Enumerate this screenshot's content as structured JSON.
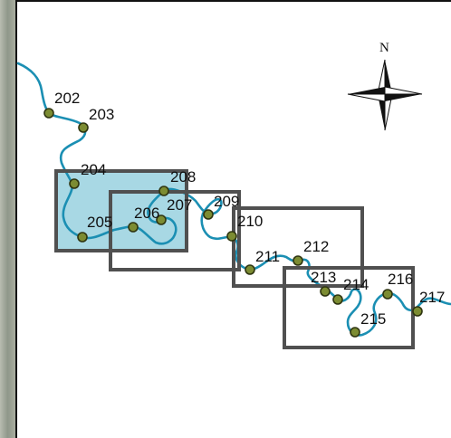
{
  "map": {
    "north_label": "N",
    "colors": {
      "river": "#1b8fb3",
      "highlight_fill": "#a8d8e4",
      "frame_stroke": "#505050",
      "station_fill": "#7c8c32",
      "station_stroke": "#2f3510",
      "imagery_strip": "#9aa091",
      "background": "#ffffff"
    },
    "stations": [
      {
        "id": "202",
        "label": "202"
      },
      {
        "id": "203",
        "label": "203"
      },
      {
        "id": "204",
        "label": "204"
      },
      {
        "id": "205",
        "label": "205"
      },
      {
        "id": "206",
        "label": "206"
      },
      {
        "id": "207",
        "label": "207"
      },
      {
        "id": "208",
        "label": "208"
      },
      {
        "id": "209",
        "label": "209"
      },
      {
        "id": "210",
        "label": "210"
      },
      {
        "id": "211",
        "label": "211"
      },
      {
        "id": "212",
        "label": "212"
      },
      {
        "id": "213",
        "label": "213"
      },
      {
        "id": "214",
        "label": "214"
      },
      {
        "id": "215",
        "label": "215"
      },
      {
        "id": "216",
        "label": "216"
      },
      {
        "id": "217",
        "label": "217"
      }
    ],
    "extent_frames": [
      {
        "id": "frame-1",
        "highlighted": true
      },
      {
        "id": "frame-2",
        "highlighted": false
      },
      {
        "id": "frame-3",
        "highlighted": false
      },
      {
        "id": "frame-4",
        "highlighted": false
      }
    ]
  }
}
